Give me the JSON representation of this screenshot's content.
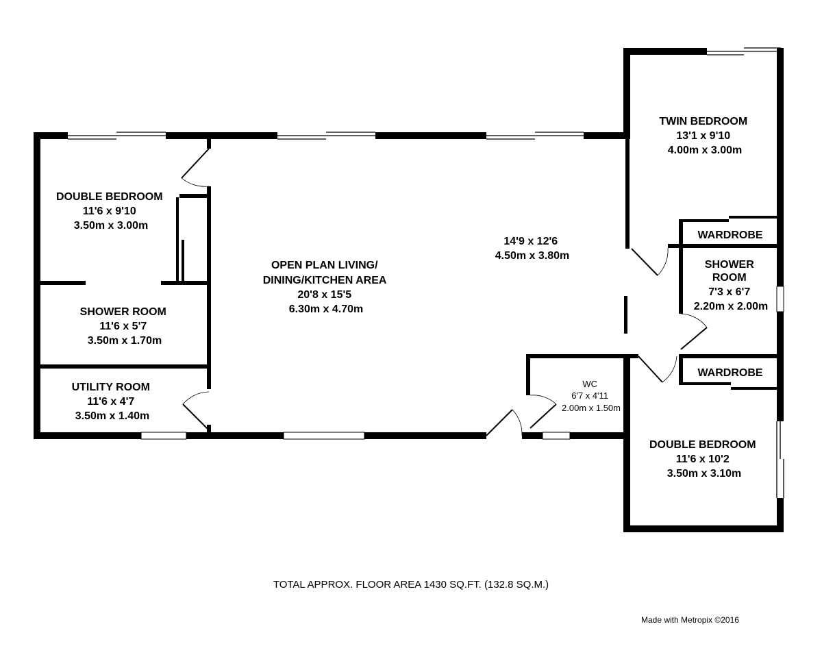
{
  "rooms": [
    {
      "id": "double-bedroom-1",
      "lines": [
        "DOUBLE BEDROOM",
        "11'6 x 9'10",
        "3.50m x 3.00m"
      ]
    },
    {
      "id": "shower-room-1",
      "lines": [
        "SHOWER ROOM",
        "11'6 x 5'7",
        "3.50m x 1.70m"
      ]
    },
    {
      "id": "utility-room",
      "lines": [
        "UTILITY ROOM",
        "11'6 x 4'7",
        "3.50m x 1.40m"
      ]
    },
    {
      "id": "open-plan",
      "lines": [
        "OPEN PLAN LIVING/",
        "DINING/KITCHEN AREA",
        "20'8 x 15'5",
        "6.30m x 4.70m"
      ]
    },
    {
      "id": "open-plan-extension",
      "lines": [
        "14'9 x 12'6",
        "4.50m x 3.80m"
      ]
    },
    {
      "id": "twin-bedroom",
      "lines": [
        "TWIN BEDROOM",
        "13'1 x 9'10",
        "4.00m x 3.00m"
      ]
    },
    {
      "id": "wardrobe-1",
      "lines": [
        "WARDROBE"
      ]
    },
    {
      "id": "shower-room-2",
      "lines": [
        "SHOWER",
        "ROOM",
        "7'3 x 6'7",
        "2.20m x 2.00m"
      ]
    },
    {
      "id": "wardrobe-2",
      "lines": [
        "WARDROBE"
      ]
    },
    {
      "id": "wc",
      "lines": [
        "WC",
        "6'7 x 4'11",
        "2.00m x 1.50m"
      ]
    },
    {
      "id": "double-bedroom-2",
      "lines": [
        "DOUBLE BEDROOM",
        "11'6 x 10'2",
        "3.50m x 3.10m"
      ]
    }
  ],
  "total_area": "TOTAL APPROX. FLOOR AREA 1430 SQ.FT. (132.8 SQ.M.)",
  "credit": "Made with Metropix ©2016"
}
